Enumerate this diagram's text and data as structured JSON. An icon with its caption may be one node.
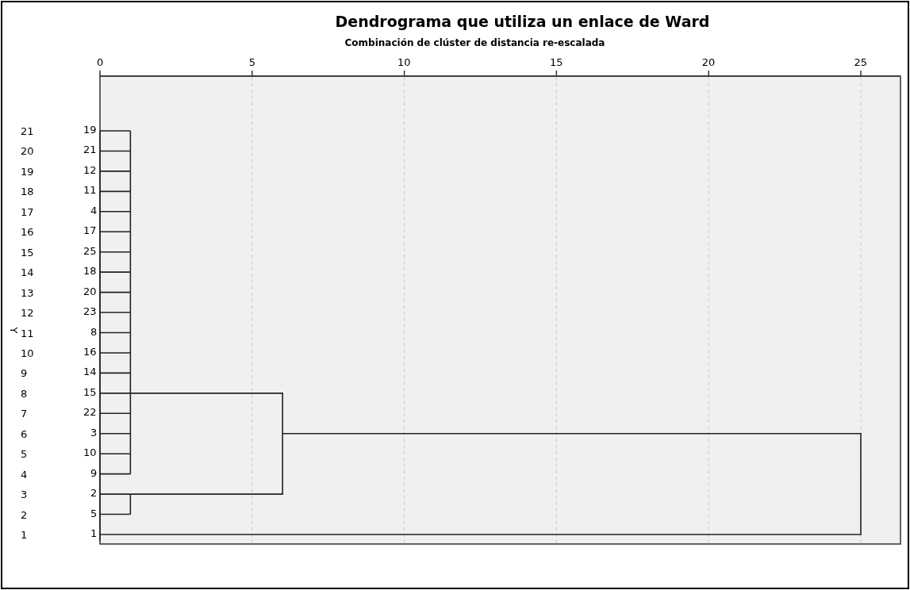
{
  "diagram": {
    "title": "Dendrograma que utiliza un enlace de Ward",
    "labels": [
      "Combinación de clúster de distancia re-escalada",
      "0",
      "5",
      "10",
      "15",
      "20",
      "25",
      "21",
      "19",
      "20",
      "21",
      "19",
      "12",
      "18",
      "11",
      "17",
      "4",
      "16",
      "17",
      "15",
      "25",
      "14",
      "18",
      "13",
      "20",
      "12",
      "23",
      "Y",
      "11",
      "8",
      "10",
      "16",
      "9",
      "14",
      "8",
      "15",
      "7",
      "22",
      "6",
      "3",
      "5",
      "10",
      "4",
      "9",
      "3",
      "2",
      "2",
      "5",
      "1",
      "1"
    ]
  }
}
